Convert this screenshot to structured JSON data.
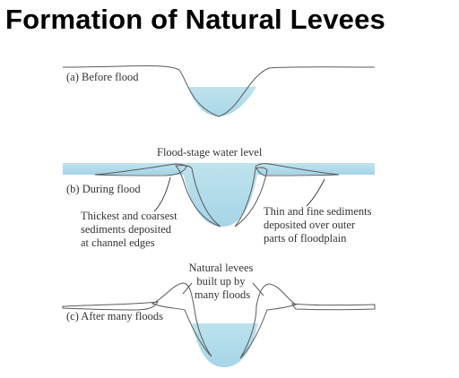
{
  "title": "Formation of Natural Levees",
  "panels": {
    "a": {
      "label": "(a) Before flood"
    },
    "b": {
      "label": "(b) During flood",
      "water_level": "Flood-stage water level",
      "left_note": [
        "Thickest and coarsest",
        "sediments deposited",
        "at channel edges"
      ],
      "right_note": [
        "Thin and fine sediments",
        "deposited over outer",
        "parts of floodplain"
      ]
    },
    "c": {
      "label": "(c) After many floods",
      "note": [
        "Natural levees",
        "built up by",
        "many floods"
      ]
    }
  },
  "colors": {
    "water": "#bfe3ee",
    "water_deep": "#a3d4e6",
    "sediment": "#d9c499",
    "sediment_dot": "#2a2118",
    "outline": "#5a5a5a",
    "text": "#333333"
  }
}
